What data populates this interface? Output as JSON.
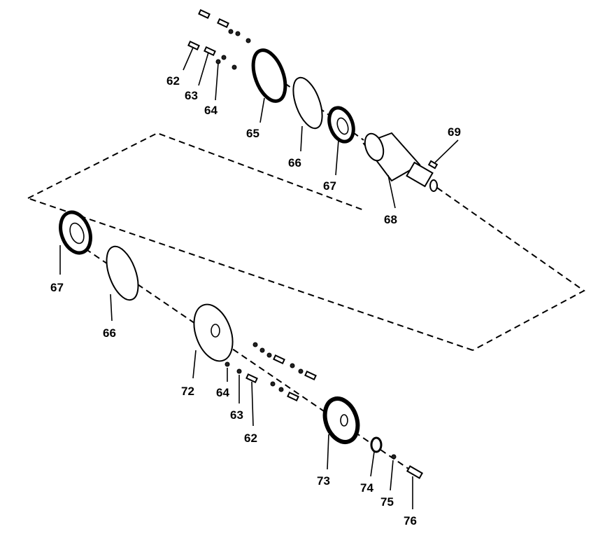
{
  "diagram": {
    "type": "exploded parts diagram",
    "labels": [
      {
        "id": "62a",
        "text": "62"
      },
      {
        "id": "63a",
        "text": "63"
      },
      {
        "id": "64a",
        "text": "64"
      },
      {
        "id": "65",
        "text": "65"
      },
      {
        "id": "66a",
        "text": "66"
      },
      {
        "id": "67a",
        "text": "67"
      },
      {
        "id": "68",
        "text": "68"
      },
      {
        "id": "69",
        "text": "69"
      },
      {
        "id": "67b",
        "text": "67"
      },
      {
        "id": "66b",
        "text": "66"
      },
      {
        "id": "72",
        "text": "72"
      },
      {
        "id": "64b",
        "text": "64"
      },
      {
        "id": "63b",
        "text": "63"
      },
      {
        "id": "62b",
        "text": "62"
      },
      {
        "id": "73",
        "text": "73"
      },
      {
        "id": "74",
        "text": "74"
      },
      {
        "id": "75",
        "text": "75"
      },
      {
        "id": "76",
        "text": "76"
      }
    ]
  }
}
